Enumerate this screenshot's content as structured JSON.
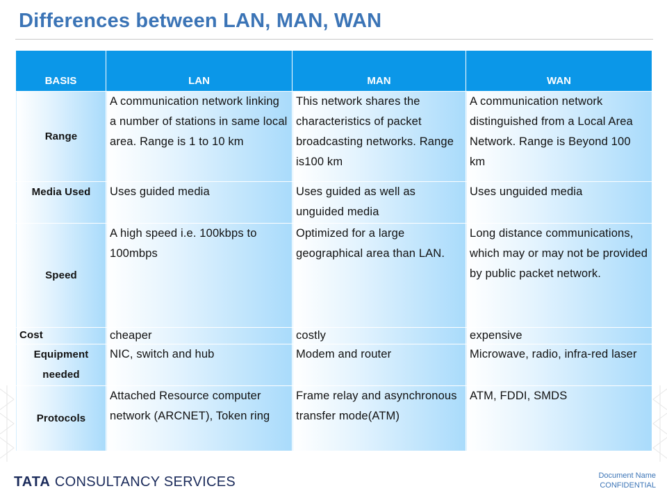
{
  "title": "Differences between LAN, MAN, WAN",
  "table": {
    "headers": [
      "BASIS",
      "LAN",
      "MAN",
      "WAN"
    ],
    "rows": [
      {
        "basis": "Range",
        "lan": "A communication network linking a number of stations in same local area. Range is 1 to 10 km",
        "man": "This network shares the characteristics of packet broadcasting networks. Range is100 km",
        "wan": "A communication network distinguished from a Local Area Network. Range is Beyond 100 km"
      },
      {
        "basis": "Media Used",
        "lan": "Uses guided media",
        "man": "Uses guided as well as unguided media",
        "wan": "Uses unguided media"
      },
      {
        "basis": "Speed",
        "lan": "A high speed i.e. 100kbps to 100mbps",
        "man": "Optimized for a large geographical area than LAN.",
        "wan": "Long distance communications, which may or may not be provided by public packet network."
      },
      {
        "basis": "Cost",
        "lan": "cheaper",
        "man": "costly",
        "wan": "expensive"
      },
      {
        "basis": "Equipment needed",
        "lan": "NIC, switch and  hub",
        "man": "Modem and router",
        "wan": "Microwave, radio, infra-red laser"
      },
      {
        "basis": "Protocols",
        "lan": "Attached Resource computer network (ARCNET), Token ring",
        "man": "Frame relay and asynchronous transfer mode(ATM)",
        "wan": "ATM, FDDI, SMDS"
      }
    ]
  },
  "footer": {
    "brand": "TATA",
    "company": "CONSULTANCY SERVICES",
    "doc_name": "Document Name",
    "confidential": "CONFIDENTIAL"
  },
  "colors": {
    "title": "#3b74b6",
    "header_bg": "#0b97e8",
    "cell_gradient_end": "#a9dbfb"
  }
}
